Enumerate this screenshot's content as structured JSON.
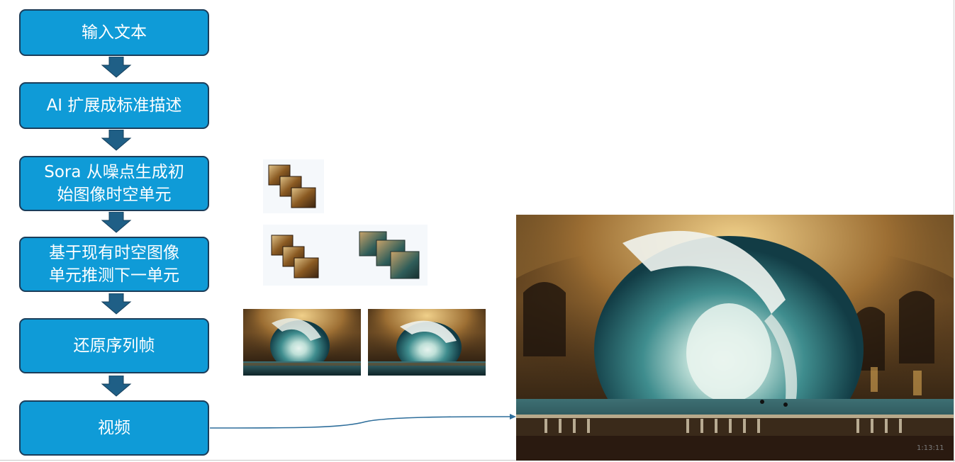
{
  "flow": {
    "steps": [
      {
        "label": "输入文本"
      },
      {
        "label": "AI 扩展成标准描述"
      },
      {
        "label_line1": "Sora 从噪点生成初",
        "label_line2": "始图像时空单元"
      },
      {
        "label_line1": "基于现有时空图像",
        "label_line2": "单元推测下一单元"
      },
      {
        "label": "还原序列帧"
      },
      {
        "label": "视频"
      }
    ]
  },
  "colors": {
    "box_fill": "#0f9bd7",
    "box_border": "#1b3d5a",
    "arrow": "#1f5f86",
    "connector": "#2e6e9b"
  },
  "video": {
    "timestamp": "1:13:11"
  }
}
